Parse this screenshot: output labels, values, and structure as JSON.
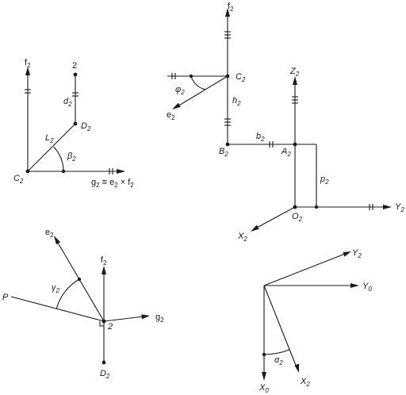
{
  "panel_top_left": {
    "f": {
      "base": "f",
      "sub": "2"
    },
    "two": {
      "base": "2",
      "sub": ""
    },
    "d": {
      "base": "d",
      "sub": "2"
    },
    "D": {
      "base": "D",
      "sub": "2"
    },
    "L": {
      "base": "L",
      "sub": "2"
    },
    "beta": {
      "base": "β",
      "sub": "2"
    },
    "C": {
      "base": "C",
      "sub": "2"
    },
    "g_eq_1": {
      "base": "g",
      "sub": "2"
    },
    "g_eq_2": {
      "base": " ≡ e",
      "sub": "2"
    },
    "g_eq_3": {
      "base": " × f",
      "sub": "2"
    }
  },
  "panel_top_right": {
    "f": {
      "base": "f",
      "sub": "2"
    },
    "C": {
      "base": "C",
      "sub": "2"
    },
    "phi": {
      "base": "φ",
      "sub": "2"
    },
    "e": {
      "base": "e",
      "sub": "2"
    },
    "h": {
      "base": "h",
      "sub": "2"
    },
    "B": {
      "base": "B",
      "sub": "2"
    },
    "b": {
      "base": "b",
      "sub": "2"
    },
    "A": {
      "base": "A",
      "sub": "2"
    },
    "Z": {
      "base": "Z",
      "sub": "2"
    },
    "p": {
      "base": "p",
      "sub": "2"
    },
    "O": {
      "base": "O",
      "sub": "2"
    },
    "Y": {
      "base": "Y",
      "sub": "2"
    },
    "X": {
      "base": "X",
      "sub": "2"
    }
  },
  "panel_bottom_left": {
    "e": {
      "base": "e",
      "sub": "2"
    },
    "f": {
      "base": "f",
      "sub": "2"
    },
    "gamma": {
      "base": "γ",
      "sub": "2"
    },
    "P": {
      "base": "P",
      "sub": ""
    },
    "two": {
      "base": "2",
      "sub": ""
    },
    "g": {
      "base": "g",
      "sub": "2"
    },
    "D": {
      "base": "D",
      "sub": "2"
    }
  },
  "panel_bottom_right": {
    "Y2": {
      "base": "Y",
      "sub": "2"
    },
    "Y0": {
      "base": "Y",
      "sub": "0"
    },
    "alpha": {
      "base": "α",
      "sub": "2"
    },
    "X0": {
      "base": "X",
      "sub": "0"
    },
    "X2": {
      "base": "X",
      "sub": "2"
    }
  }
}
